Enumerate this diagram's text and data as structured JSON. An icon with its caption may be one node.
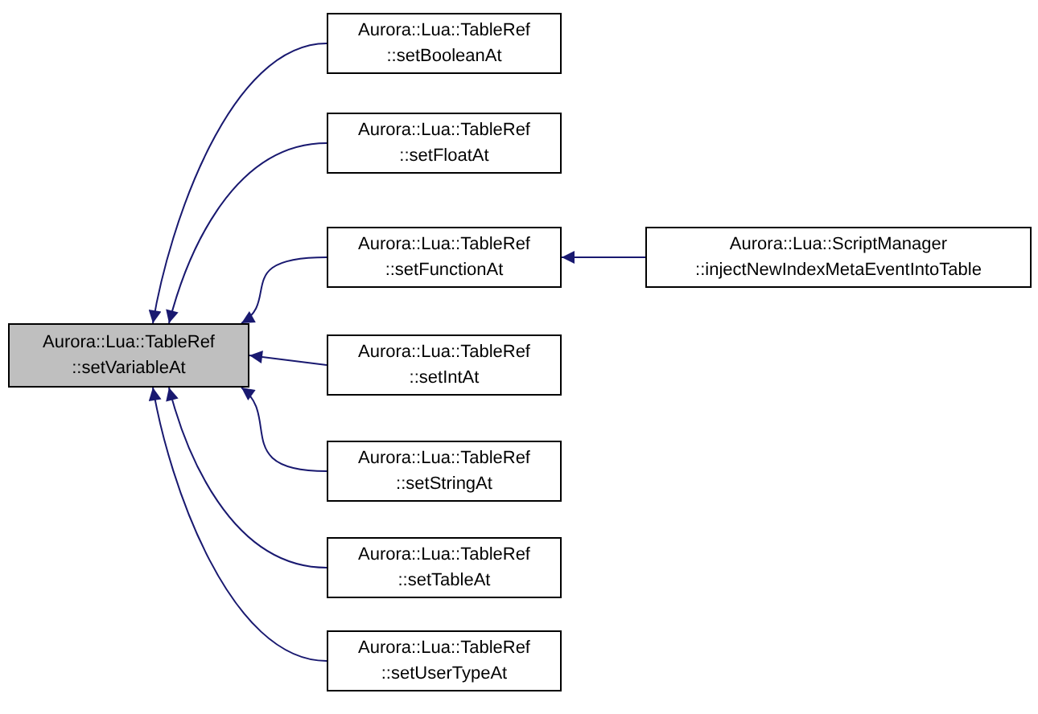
{
  "diagram": {
    "nodes": [
      {
        "text": [
          "Aurora::Lua::TableRef ::setVariableAt"
        ]
      },
      {
        "text": [
          "Aurora::Lua::TableRef ::setBooleanAt"
        ]
      },
      {
        "text": [
          "Aurora::Lua::TableRef ::setFloatAt"
        ]
      },
      {
        "text": [
          "Aurora::Lua::TableRef ::setFunctionAt"
        ]
      },
      {
        "text": [
          "Aurora::Lua::TableRef ::setIntAt"
        ]
      },
      {
        "text": [
          "Aurora::Lua::TableRef ::setStringAt"
        ]
      },
      {
        "text": [
          "Aurora::Lua::TableRef ::setTableAt"
        ]
      },
      {
        "text": [
          "Aurora::Lua::TableRef ::setUserTypeAt"
        ]
      },
      {
        "text": [
          "Aurora::Lua::ScriptManager ::injectNewIndexMetaEventIntoTable"
        ]
      }
    ],
    "edges": [
      {
        "from": 1,
        "to": 0,
        "arrow": "to"
      },
      {
        "from": 2,
        "to": 0,
        "arrow": "to"
      },
      {
        "from": 3,
        "to": 0,
        "arrow": "to"
      },
      {
        "from": 4,
        "to": 0,
        "arrow": "to"
      },
      {
        "from": 5,
        "to": 0,
        "arrow": "to"
      },
      {
        "from": 6,
        "to": 0,
        "arrow": "to"
      },
      {
        "from": 7,
        "to": 0,
        "arrow": "to"
      },
      {
        "from": 8,
        "to": 3,
        "arrow": "to"
      }
    ]
  }
}
